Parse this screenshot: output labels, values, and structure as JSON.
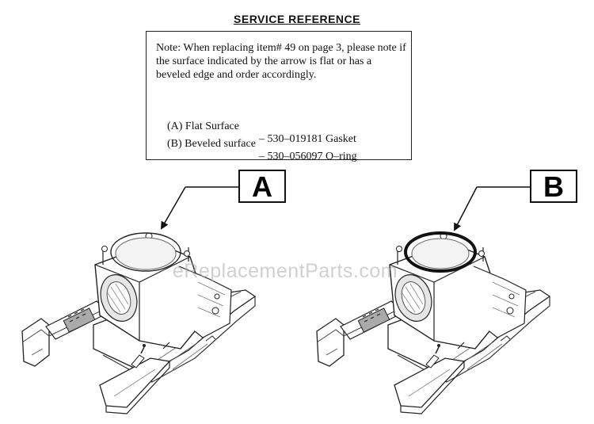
{
  "title": "SERVICE REFERENCE",
  "note": {
    "text": "Note: When replacing item# 49 on page 3, please note if the surface indicated by the arrow is flat or has a beveled edge and order accordingly.",
    "options": [
      {
        "label": "(A) Flat Surface",
        "code": "– 530–019181 Gasket"
      },
      {
        "label": "(B) Beveled surface",
        "code": "– 530–056097 O–ring"
      }
    ]
  },
  "callouts": {
    "a": "A",
    "b": "B"
  },
  "watermark": "eReplacementParts.com"
}
